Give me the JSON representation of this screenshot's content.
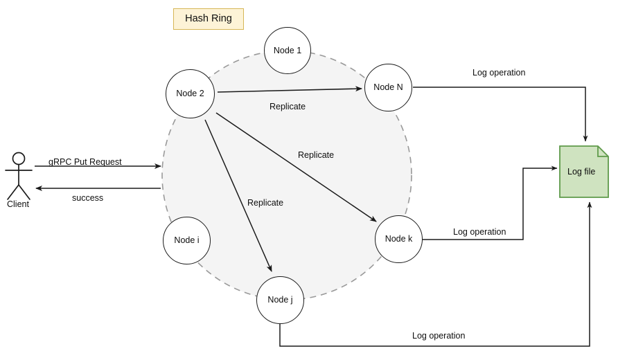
{
  "diagram": {
    "title_box": {
      "label": "Hash Ring"
    },
    "actor": {
      "label": "Client"
    },
    "ring": {
      "nodes": [
        {
          "id": "node-1",
          "label": "Node 1"
        },
        {
          "id": "node-2",
          "label": "Node 2"
        },
        {
          "id": "node-n",
          "label": "Node N"
        },
        {
          "id": "node-k",
          "label": "Node k"
        },
        {
          "id": "node-j",
          "label": "Node j"
        },
        {
          "id": "node-i",
          "label": "Node i"
        }
      ]
    },
    "store": {
      "label": "Log file"
    },
    "edges": [
      {
        "id": "client-request",
        "label": "gRPC Put Request"
      },
      {
        "id": "client-response",
        "label": "success"
      },
      {
        "id": "replicate-n",
        "label": "Replicate"
      },
      {
        "id": "replicate-k",
        "label": "Replicate"
      },
      {
        "id": "replicate-j",
        "label": "Replicate"
      },
      {
        "id": "log-op-n",
        "label": "Log operation"
      },
      {
        "id": "log-op-k",
        "label": "Log operation"
      },
      {
        "id": "log-op-j",
        "label": "Log operation"
      }
    ],
    "colors": {
      "ring_fill": "#f4f4f4",
      "ring_stroke": "#909090",
      "stroke": "#1a1a1a",
      "title_fill": "#fdf3d7",
      "title_stroke": "#d6b656",
      "store_fill": "#cfe3c0",
      "store_stroke": "#5f9a4a"
    }
  }
}
